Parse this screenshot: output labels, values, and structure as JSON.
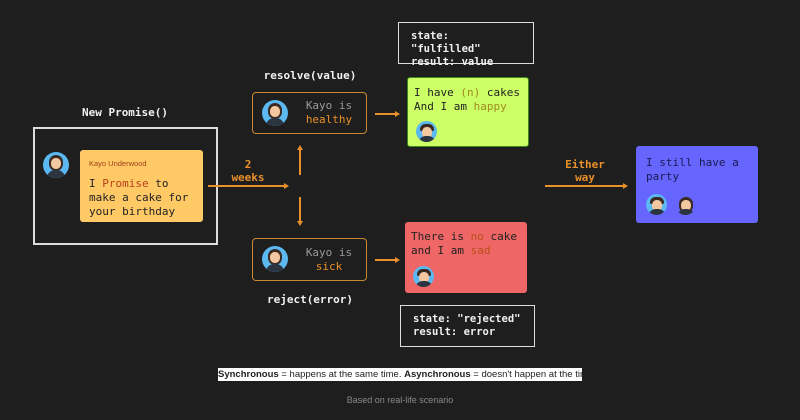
{
  "labels": {
    "new_promise": "New Promise()",
    "resolve": "resolve(value)",
    "reject": "reject(error)",
    "two_weeks_1": "2",
    "two_weeks_2": "weeks",
    "either_1": "Either",
    "either_2": "way"
  },
  "promise_card": {
    "name": "Kayo Underwood",
    "text_1": "I ",
    "text_highlight": "Promise",
    "text_2": " to make a cake for your birthday"
  },
  "healthy_box": {
    "line1": "Kayo is",
    "line2": "healthy"
  },
  "sick_box": {
    "line1": "Kayo is",
    "line2": "sick"
  },
  "fulfilled_card": {
    "a": "I have ",
    "b": "(n)",
    "c": " cakes",
    "d": "And I am ",
    "e": "happy"
  },
  "rejected_card": {
    "a": "There is ",
    "b": "no",
    "c": " cake",
    "d": "and I am ",
    "e": "sad"
  },
  "party_card": {
    "text": "I still have a party"
  },
  "state_fulfilled": {
    "line1": "state: \"fulfilled\"",
    "line2": "result: value"
  },
  "state_rejected": {
    "line1": "state: \"rejected\"",
    "line2": "result: error"
  },
  "footer": {
    "sync_bold": "Synchronous",
    "sync_text": " = happens at the same time. ",
    "async_bold": "Asynchronous",
    "async_text": " = doesn't happen at the time",
    "caption": "Based on real-life scenario"
  },
  "colors": {
    "background": "#1e1e1e",
    "accent": "#e8902a",
    "promise_card": "#ffc966",
    "fulfilled_card": "#ccff66",
    "rejected_card": "#ee6666",
    "party_card": "#6666ff"
  }
}
